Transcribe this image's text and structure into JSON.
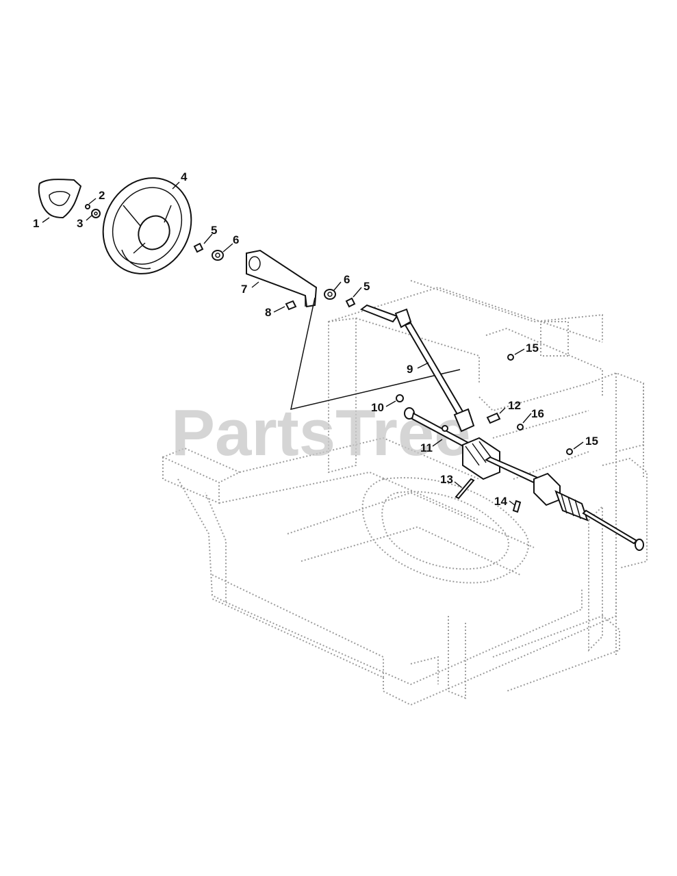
{
  "watermark": "PartsTree",
  "callouts": {
    "c1": "1",
    "c2": "2",
    "c3": "3",
    "c4": "4",
    "c5a": "5",
    "c5b": "5",
    "c6a": "6",
    "c6b": "6",
    "c7": "7",
    "c8": "8",
    "c9": "9",
    "c10": "10",
    "c11": "11",
    "c12": "12",
    "c13": "13",
    "c14": "14",
    "c15a": "15",
    "c15b": "15",
    "c16": "16"
  },
  "colors": {
    "ink": "#111111",
    "frame": "#9a9a9a",
    "watermark": "#c8c8c8"
  }
}
